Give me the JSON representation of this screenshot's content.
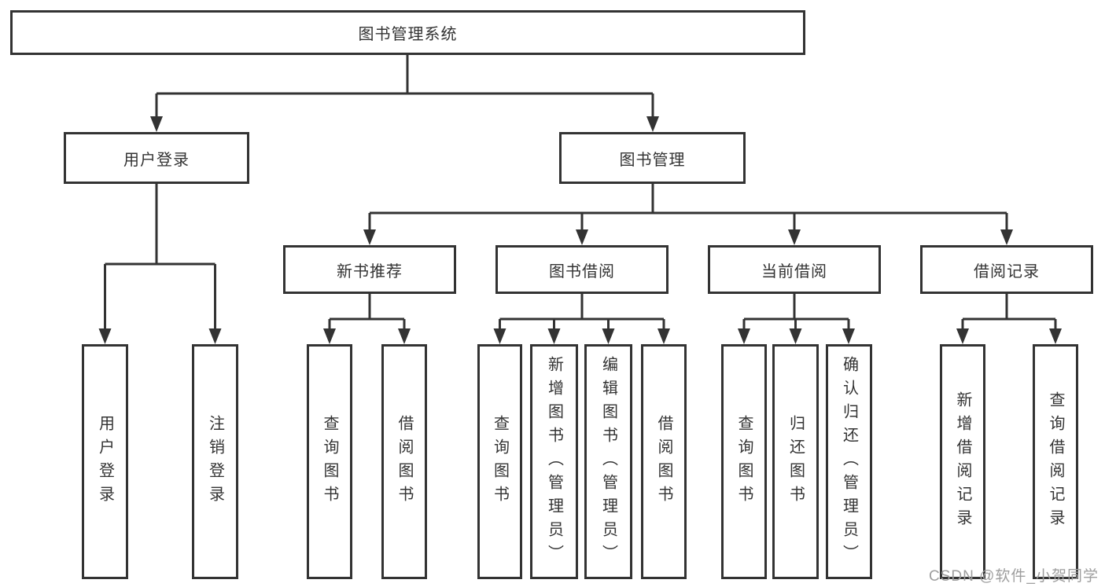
{
  "diagram_type": "hierarchy-chart",
  "tree": {
    "label": "图书管理系统",
    "children": [
      {
        "label": "用户登录",
        "children": [
          {
            "label": "用户登录"
          },
          {
            "label": "注销登录"
          }
        ]
      },
      {
        "label": "图书管理",
        "children": [
          {
            "label": "新书推荐",
            "children": [
              {
                "label": "查询图书"
              },
              {
                "label": "借阅图书"
              }
            ]
          },
          {
            "label": "图书借阅",
            "children": [
              {
                "label": "查询图书"
              },
              {
                "label": "新增图书（管理员）"
              },
              {
                "label": "编辑图书（管理员）"
              },
              {
                "label": "借阅图书"
              }
            ]
          },
          {
            "label": "当前借阅",
            "children": [
              {
                "label": "查询图书"
              },
              {
                "label": "归还图书"
              },
              {
                "label": "确认归还（管理员）"
              }
            ]
          },
          {
            "label": "借阅记录",
            "children": [
              {
                "label": "新增借阅记录"
              },
              {
                "label": "查询借阅记录"
              }
            ]
          }
        ]
      }
    ]
  },
  "watermark": "CSDN @软件_小贺同学",
  "colors": {
    "line": "#333333",
    "box_border": "#333333",
    "text": "#333333",
    "background": "#ffffff",
    "watermark": "#9e9e9e"
  }
}
